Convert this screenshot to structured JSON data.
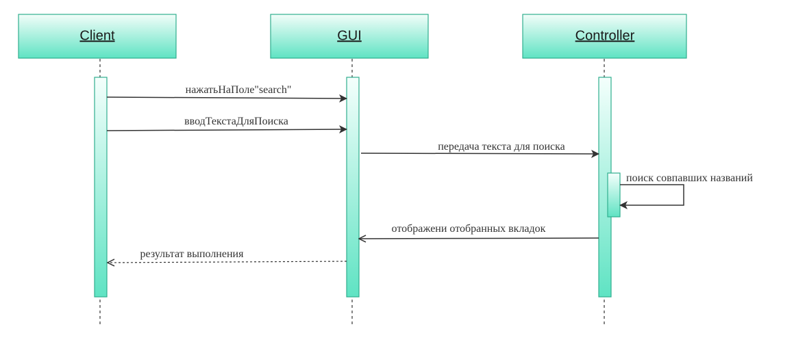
{
  "participants": [
    {
      "name": "Client"
    },
    {
      "name": "GUI"
    },
    {
      "name": "Controller"
    }
  ],
  "messages": [
    {
      "label": "нажатьНаПоле\"search\""
    },
    {
      "label": "вводТекстаДляПоиска"
    },
    {
      "label": "передача текста для поиска"
    },
    {
      "label": "поиск совпавших названий"
    },
    {
      "label": "отображени отобранных вкладок"
    },
    {
      "label": "результат выполнения"
    }
  ],
  "colors": {
    "head_top": "#f2fdf9",
    "head_bottom": "#5fe3c3",
    "border": "#2fae8e",
    "activation_top": "#f4fffc",
    "activation_bottom": "#5fe3c3",
    "line": "#333333"
  }
}
